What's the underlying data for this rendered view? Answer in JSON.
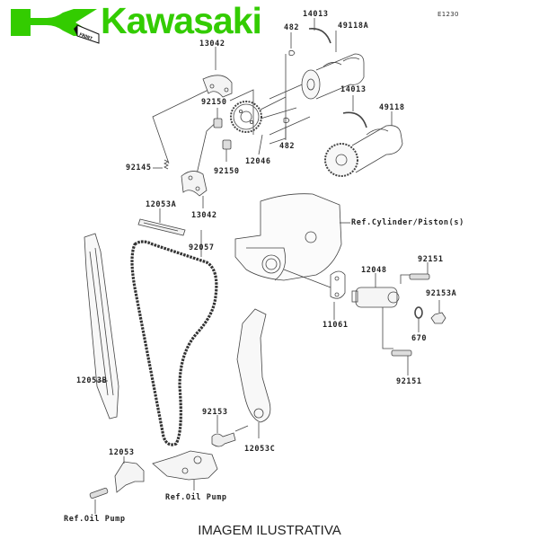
{
  "header": {
    "brand": "Kawasaki",
    "brand_color": "#33cc00",
    "front_marker": "FRONT",
    "diagram_code": "E1230"
  },
  "labels": {
    "p13042_top": "13042",
    "p482_top": "482",
    "p14013_top": "14013",
    "p49118A": "49118A",
    "p92150_a": "92150",
    "p482_mid": "482",
    "p12046": "12046",
    "p14013_mid": "14013",
    "p49118": "49118",
    "p92145": "92145",
    "p92150_b": "92150",
    "p13042_bot": "13042",
    "p12053A": "12053A",
    "ref_cylinder": "Ref.Cylinder/Piston(s)",
    "p92057": "92057",
    "p12048": "12048",
    "p92151_top": "92151",
    "p92153A": "92153A",
    "p11061": "11061",
    "p670": "670",
    "p12053B": "12053B",
    "p92151_bot": "92151",
    "p92153": "92153",
    "p12053C": "12053C",
    "p12053": "12053",
    "ref_oil_pump_mid": "Ref.Oil Pump",
    "ref_oil_pump_left": "Ref.Oil Pump"
  },
  "footer": {
    "caption": "IMAGEM ILUSTRATIVA"
  }
}
